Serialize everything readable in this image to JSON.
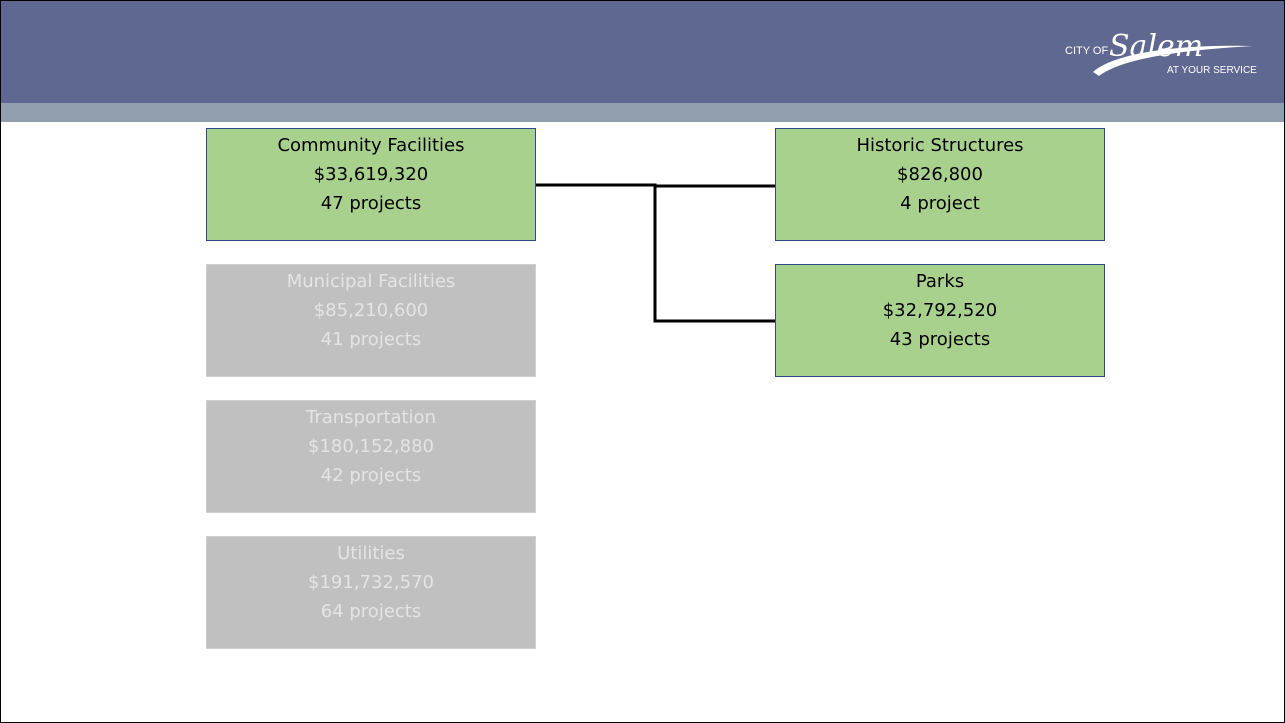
{
  "logo": {
    "city_of": "CITY OF",
    "name": "Salem",
    "tagline": "AT YOUR SERVICE"
  },
  "root": {
    "label": "Community Facilities",
    "amount": "$33,619,320",
    "count": "47 projects"
  },
  "children": [
    {
      "label": "Historic Structures",
      "amount": "$826,800",
      "count": "4 project"
    },
    {
      "label": "Parks",
      "amount": "$32,792,520",
      "count": "43 projects"
    }
  ],
  "inactive": [
    {
      "label": "Municipal Facilities",
      "amount": "$85,210,600",
      "count": "41 projects"
    },
    {
      "label": "Transportation",
      "amount": "$180,152,880",
      "count": "42 projects"
    },
    {
      "label": "Utilities",
      "amount": "$191,732,570",
      "count": "64 projects"
    }
  ],
  "colors": {
    "header": "#5f6891",
    "strip": "#929fae",
    "active_fill": "#a9d18e",
    "inactive_fill": "#c0c0c0"
  }
}
